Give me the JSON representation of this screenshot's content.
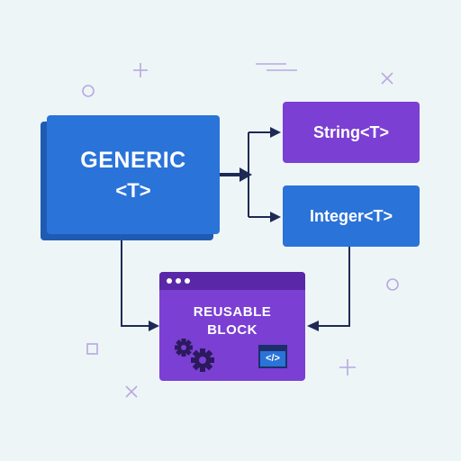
{
  "generic": {
    "title": "GENERIC",
    "param": "<T>"
  },
  "string_type": "String<T>",
  "integer_type": "Integer<T>",
  "reusable": {
    "line1": "REUSABLE",
    "line2": "BLOCK"
  },
  "code_icon_text": "</>",
  "colors": {
    "background": "#eef5f7",
    "blue": "#2a73d9",
    "blue_shadow": "#1f5bb3",
    "purple": "#7b3fd3",
    "purple_dark": "#5a27a8",
    "arrow": "#1e2a55",
    "decor": "#b7a9e0"
  },
  "icons": [
    "gears-icon",
    "code-window-icon"
  ]
}
